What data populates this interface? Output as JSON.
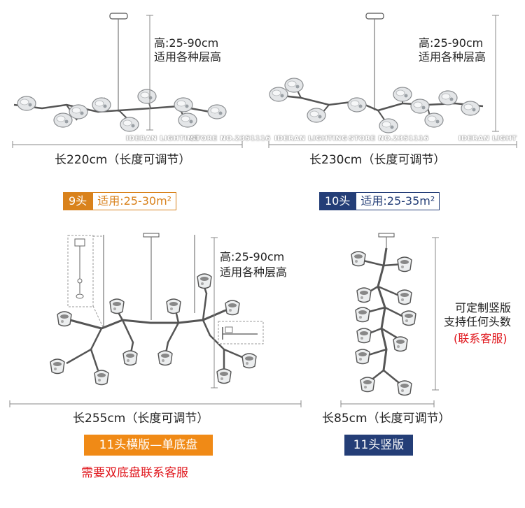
{
  "panel_9": {
    "height_line1": "高:25-90cm",
    "height_line2": "适用各种层高",
    "length": "长220cm（长度可调节）",
    "badge_count": "9头",
    "badge_area": "适用:25-30m²"
  },
  "panel_10": {
    "height_line1": "高:25-90cm",
    "height_line2": "适用各种层高",
    "length": "长230cm（长度可调节）",
    "badge_count": "10头",
    "badge_area": "适用:25-35m²"
  },
  "panel_11h": {
    "height_line1": "高:25-90cm",
    "height_line2": "适用各种层高",
    "length": "长255cm（长度可调节）",
    "tag": "11头横版—单底盘",
    "note": "需要双底盘联系客服"
  },
  "panel_11v": {
    "side_line1": "可定制竖版",
    "side_line2": "支持任何头数",
    "side_line3": "(联系客服)",
    "length": "长85cm（长度可调节）",
    "tag": "11头竖版"
  },
  "watermarks": {
    "w1": "IDERAN LIGHTING",
    "w2": "STORE NO.2351116",
    "w3": "IDERAN LIGHTING",
    "w4": "STORE NO.2351116",
    "w5": "IDERAN LIGHT"
  },
  "colors": {
    "orange": "#d9821c",
    "navy": "#243e77",
    "bright_orange": "#f08a16",
    "red": "#e0161c"
  }
}
